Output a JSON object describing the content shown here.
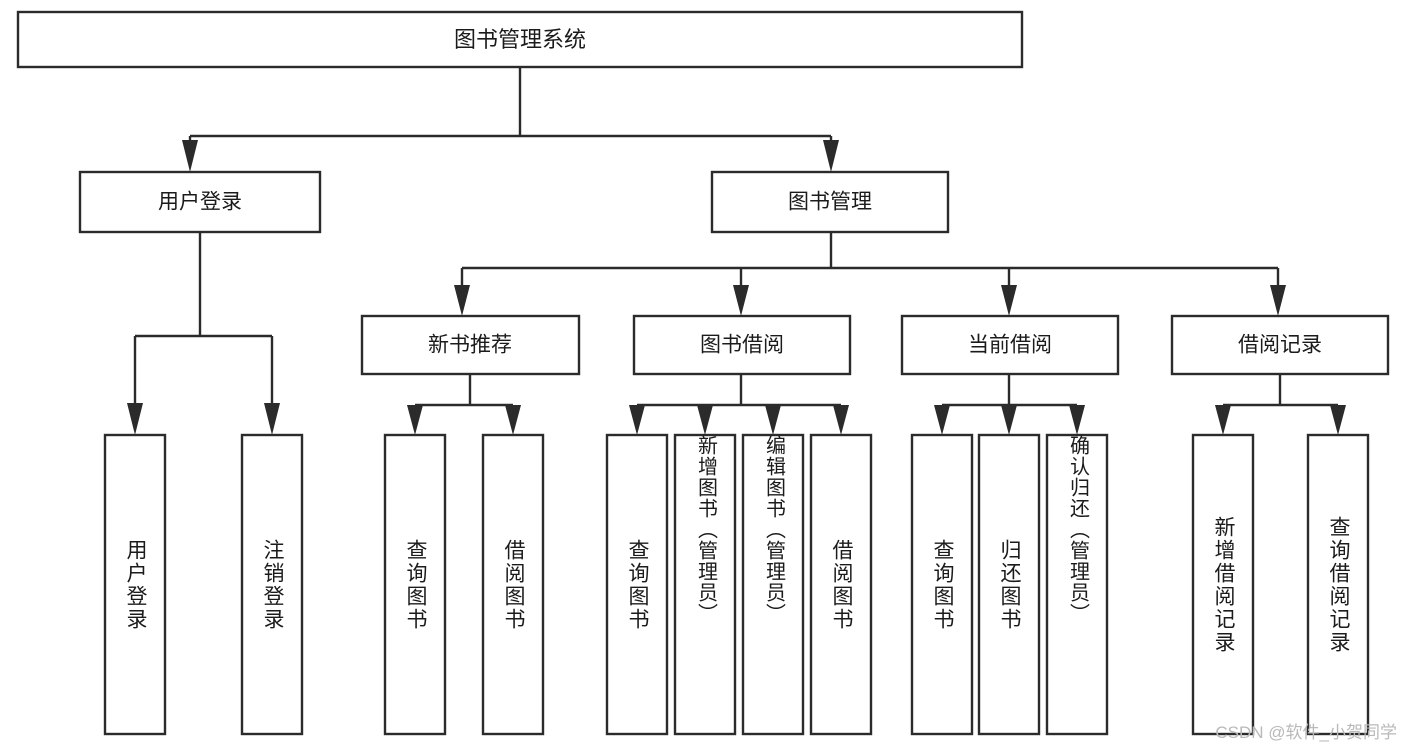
{
  "diagram": {
    "type": "tree-hierarchy-chart",
    "title": "图书管理系统",
    "colors": {
      "box_stroke": "#2b2b2b",
      "box_fill": "#ffffff",
      "text": "#1b1b1b",
      "background": "#ffffff",
      "watermark": "#b9b9b9"
    },
    "levels": {
      "root": {
        "label": "图书管理系统"
      },
      "level2": [
        {
          "id": "user-login",
          "label": "用户登录"
        },
        {
          "id": "book-management",
          "label": "图书管理"
        }
      ],
      "level3": [
        {
          "id": "new-book-recommend",
          "label": "新书推荐",
          "parent": "book-management"
        },
        {
          "id": "book-borrow",
          "label": "图书借阅",
          "parent": "book-management"
        },
        {
          "id": "current-borrow",
          "label": "当前借阅",
          "parent": "book-management"
        },
        {
          "id": "borrow-record",
          "label": "借阅记录",
          "parent": "book-management"
        }
      ],
      "leaves": [
        {
          "id": "leaf-user-login",
          "label": "用户登录",
          "parent": "user-login"
        },
        {
          "id": "leaf-logout-login",
          "label": "注销登录",
          "parent": "user-login"
        },
        {
          "id": "leaf-query-book-1",
          "label": "查询图书",
          "parent": "new-book-recommend"
        },
        {
          "id": "leaf-borrow-book-1",
          "label": "借阅图书",
          "parent": "new-book-recommend"
        },
        {
          "id": "leaf-query-book-2",
          "label": "查询图书",
          "parent": "book-borrow"
        },
        {
          "id": "leaf-add-book",
          "label": "新增图书（管理员）",
          "parent": "book-borrow"
        },
        {
          "id": "leaf-edit-book",
          "label": "编辑图书（管理员）",
          "parent": "book-borrow"
        },
        {
          "id": "leaf-borrow-book-2",
          "label": "借阅图书",
          "parent": "book-borrow"
        },
        {
          "id": "leaf-query-book-3",
          "label": "查询图书",
          "parent": "current-borrow"
        },
        {
          "id": "leaf-return-book",
          "label": "归还图书",
          "parent": "current-borrow"
        },
        {
          "id": "leaf-confirm-return",
          "label": "确认归还（管理员）",
          "parent": "current-borrow"
        },
        {
          "id": "leaf-add-record",
          "label": "新增借阅记录",
          "parent": "borrow-record"
        },
        {
          "id": "leaf-query-record",
          "label": "查询借阅记录",
          "parent": "borrow-record"
        }
      ]
    }
  },
  "watermark": {
    "text": "CSDN @软件_小贺同学"
  }
}
